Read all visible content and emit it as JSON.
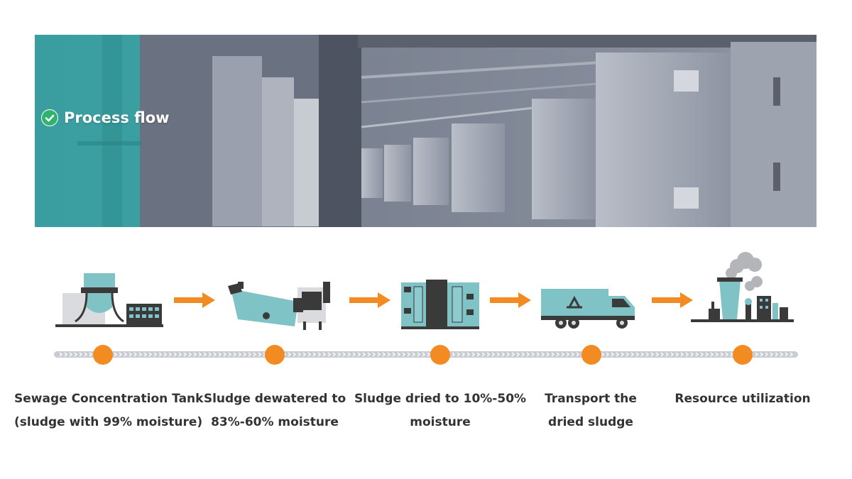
{
  "banner": {
    "title": "Process flow",
    "teal_color": "#37a3a4"
  },
  "colors": {
    "accent": "#f28c22",
    "icon_teal": "#7fc3c6",
    "icon_dark": "#3a3a3a",
    "timeline": "#c9ccd0",
    "text": "#333333"
  },
  "steps": [
    {
      "icon": "concentration-tank-icon",
      "lines": [
        "Sewage Concentration Tank",
        "(sludge with 99% moisture)"
      ]
    },
    {
      "icon": "dewatering-machine-icon",
      "lines": [
        "Sludge dewatered to",
        "83%-60% moisture"
      ]
    },
    {
      "icon": "sludge-dryer-icon",
      "lines": [
        "Sludge dried to 10%-50%",
        "moisture"
      ]
    },
    {
      "icon": "recycling-truck-icon",
      "lines": [
        "Transport the",
        "dried sludge"
      ]
    },
    {
      "icon": "factory-icon",
      "lines": [
        "Resource utilization"
      ]
    }
  ]
}
